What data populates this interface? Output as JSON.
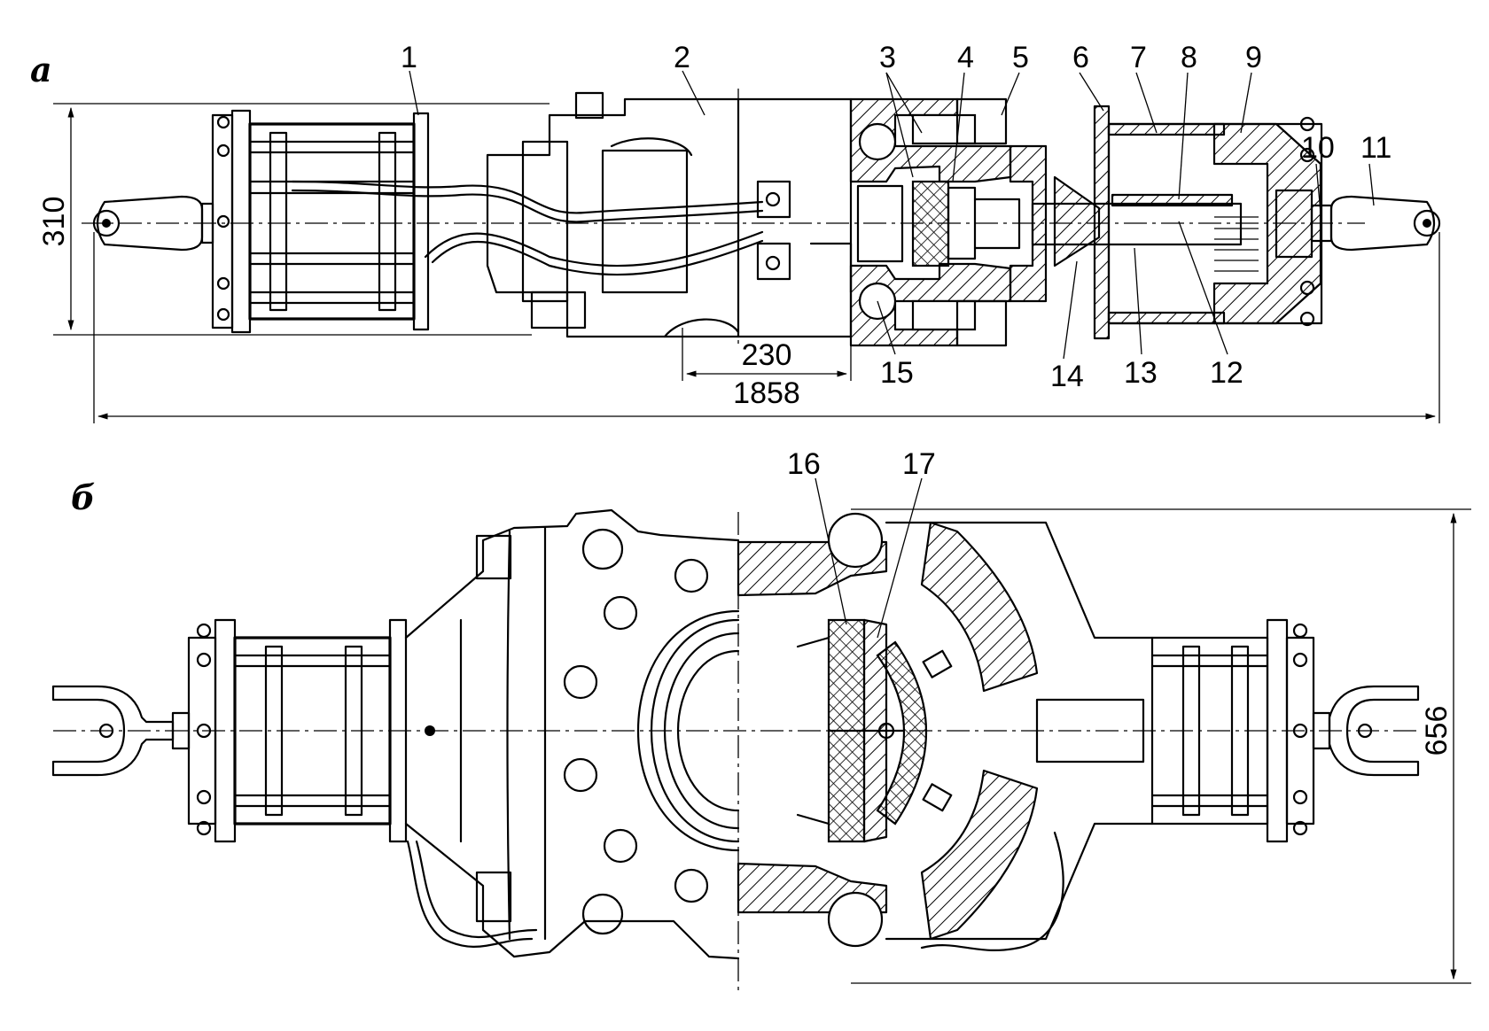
{
  "view_labels": {
    "top": "а",
    "bottom": "б"
  },
  "callouts": {
    "n1": "1",
    "n2": "2",
    "n3": "3",
    "n4": "4",
    "n5": "5",
    "n6": "6",
    "n7": "7",
    "n8": "8",
    "n9": "9",
    "n10": "10",
    "n11": "11",
    "n12": "12",
    "n13": "13",
    "n14": "14",
    "n15": "15",
    "n16": "16",
    "n17": "17"
  },
  "dimensions": {
    "height_a": "310",
    "offset": "230",
    "length": "1858",
    "height_b": "656"
  }
}
